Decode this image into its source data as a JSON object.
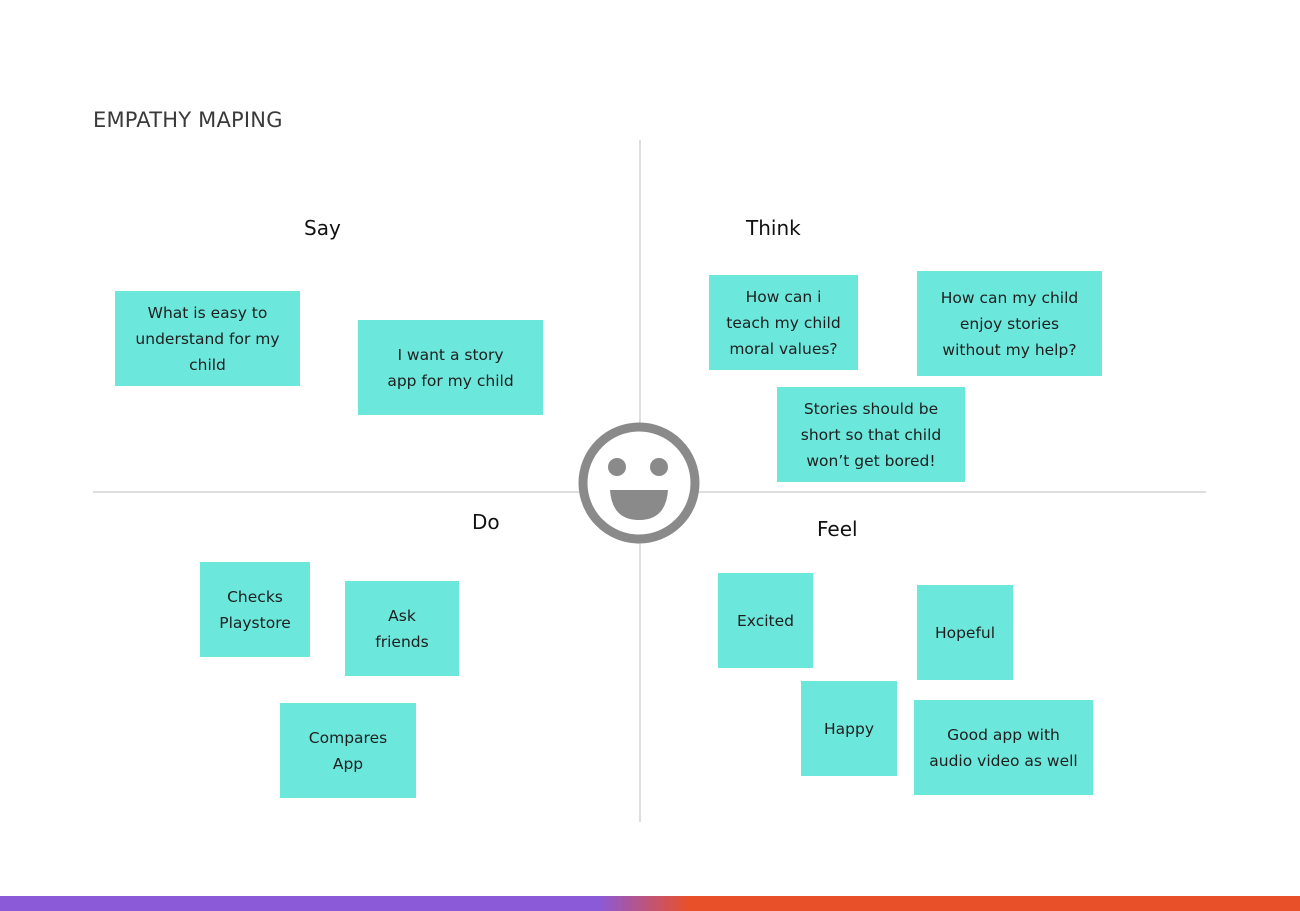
{
  "title": "EMPATHY MAPING",
  "quadrants": {
    "say": {
      "label": "Say",
      "notes": [
        "What is easy to\nunderstand for my\nchild",
        "I want  a story\napp for my child"
      ]
    },
    "think": {
      "label": "Think",
      "notes": [
        "How can i\nteach my child\nmoral values?",
        "How can my child\nenjoy stories\nwithout my help?",
        "Stories should be\nshort so that child\nwon’t get bored!"
      ]
    },
    "do": {
      "label": "Do",
      "notes": [
        "Checks\nPlaystore",
        "Ask\nfriends",
        "Compares\nApp"
      ]
    },
    "feel": {
      "label": "Feel",
      "notes": [
        "Excited",
        "Hopeful",
        "Happy",
        "Good app with\naudio video as well"
      ]
    }
  },
  "colors": {
    "sticky_note": "#6ce7dc",
    "face": "#8a8a8a",
    "bar_left": "#8a5ad8",
    "bar_right": "#e8502a"
  },
  "icons": {
    "center": "smiley-face-icon"
  }
}
